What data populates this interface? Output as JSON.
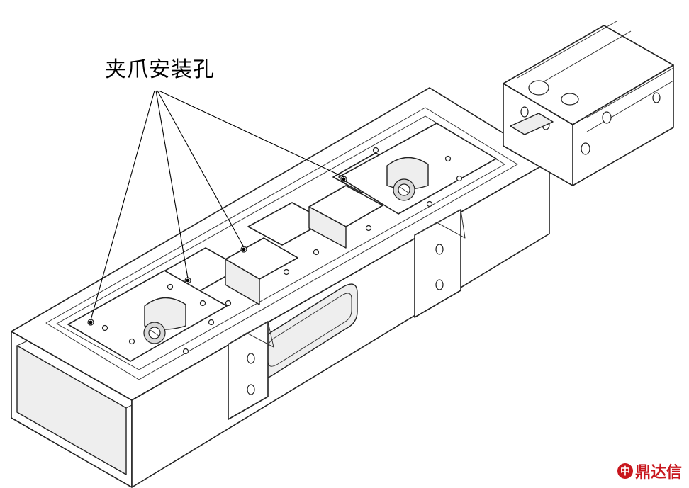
{
  "callout": {
    "label": "夹爪安装孔",
    "target_count": 4
  },
  "watermark": {
    "logo_glyph": "中",
    "text": "鼎达信",
    "color": "#c8161d"
  }
}
